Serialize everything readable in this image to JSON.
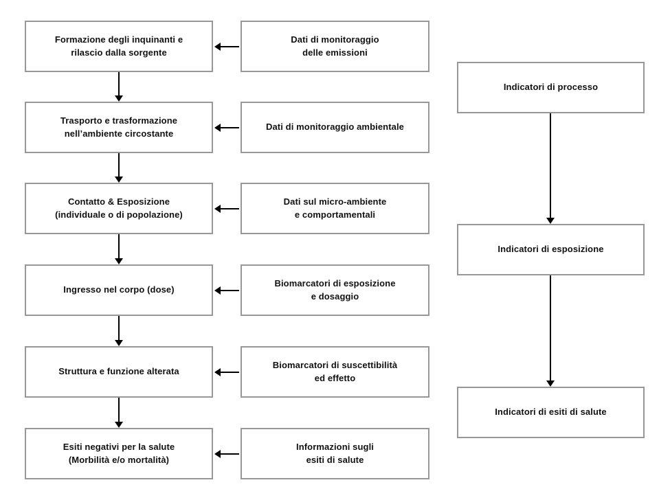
{
  "diagram": {
    "colors": {
      "background": "#ffffff",
      "box_fill": "#ffffff",
      "box_border": "#979797",
      "text": "#111111",
      "arrow": "#000000"
    },
    "stages": [
      {
        "line1": "Formazione degli inquinanti e",
        "line2": "rilascio dalla sorgente"
      },
      {
        "line1": "Trasporto e trasformazione",
        "line2": "nell’ambiente circostante"
      },
      {
        "line1": "Contatto & Esposizione",
        "line2": "(individuale o di popolazione)"
      },
      {
        "line1": "Ingresso nel corpo (dose)",
        "line2": ""
      },
      {
        "line1": "Struttura e funzione alterata",
        "line2": ""
      },
      {
        "line1": "Esiti negativi per la salute",
        "line2": "(Morbilità e/o mortalità)"
      }
    ],
    "data_sources": [
      {
        "line1": "Dati di monitoraggio",
        "line2": "delle emissioni"
      },
      {
        "line1": "Dati di monitoraggio ambientale",
        "line2": ""
      },
      {
        "line1": "Dati sul micro-ambiente",
        "line2": "e comportamentali"
      },
      {
        "line1": "Biomarcatori di esposizione",
        "line2": "e dosaggio"
      },
      {
        "line1": "Biomarcatori di suscettibilità",
        "line2": "ed effetto"
      },
      {
        "line1": "Informazioni sugli",
        "line2": "esiti di salute"
      }
    ],
    "indicators": [
      {
        "label": "Indicatori di processo"
      },
      {
        "label": "Indicatori di esposizione"
      },
      {
        "label": "Indicatori di esiti di salute"
      }
    ]
  }
}
